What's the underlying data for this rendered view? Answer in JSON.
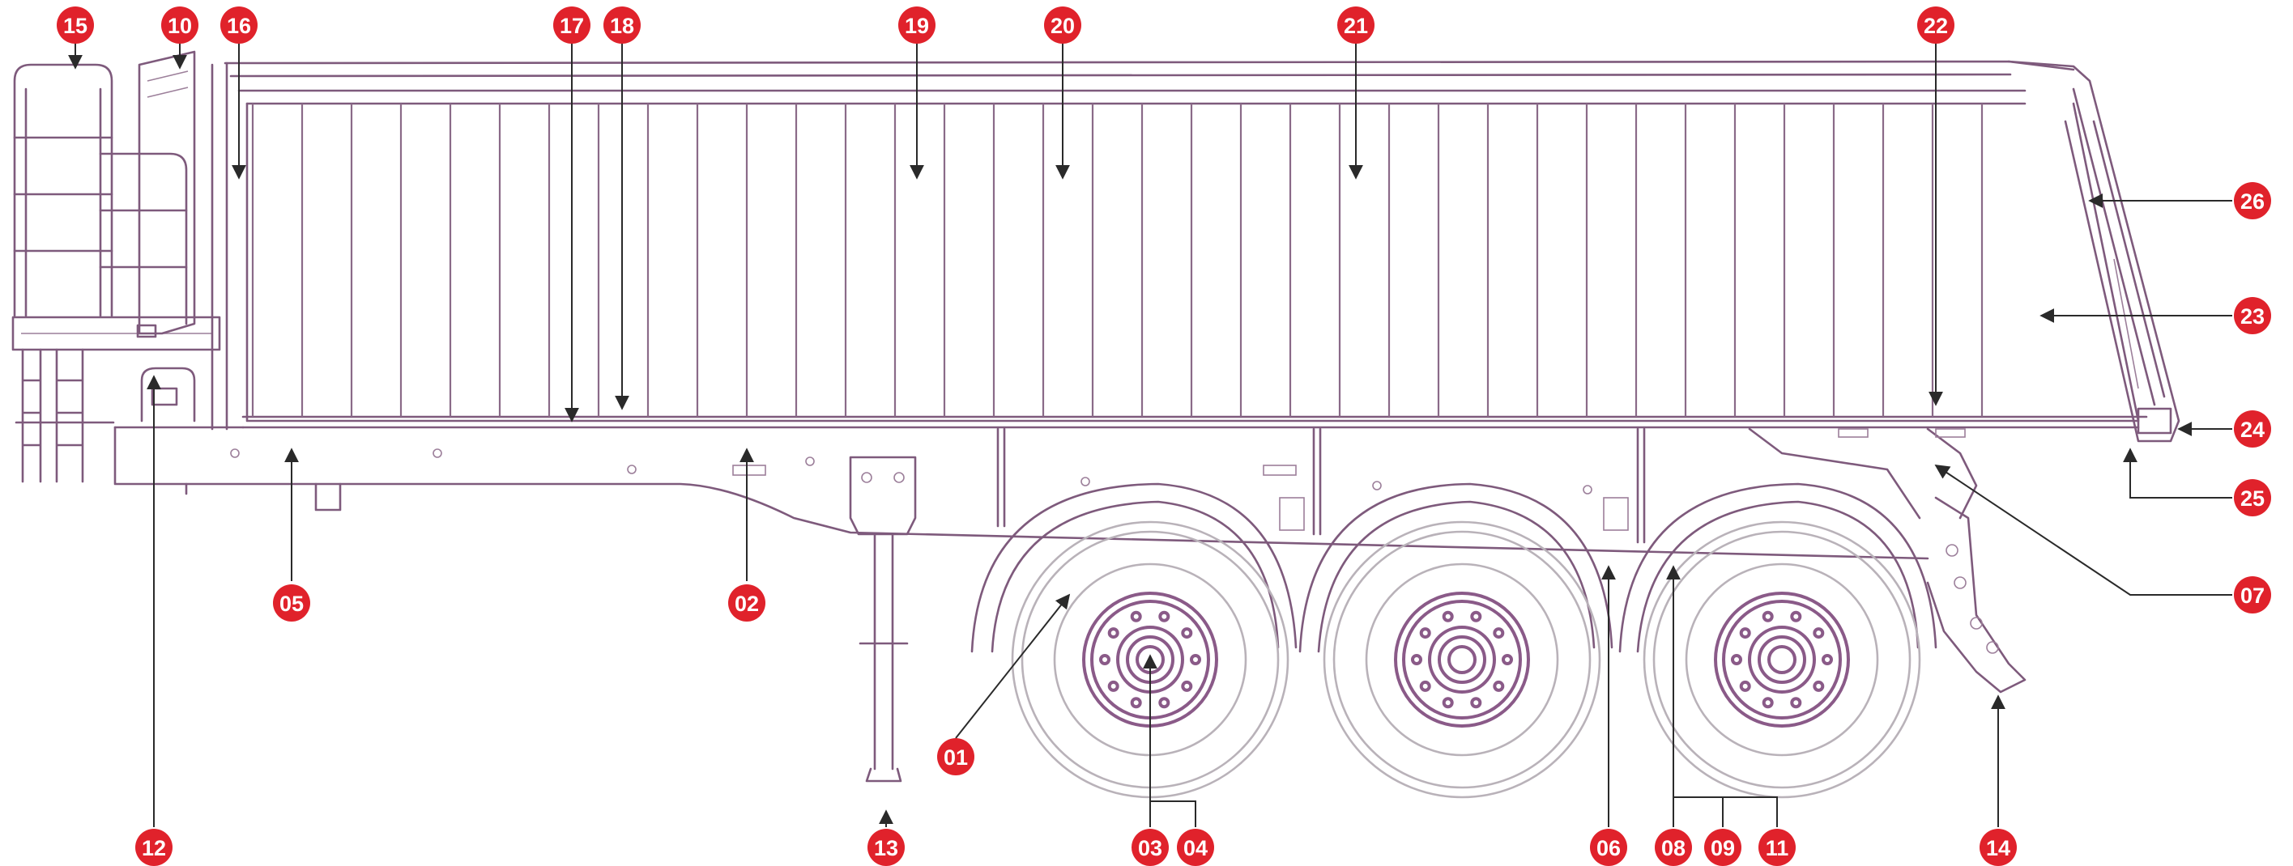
{
  "callouts": [
    {
      "id": "15",
      "label": "15"
    },
    {
      "id": "10",
      "label": "10"
    },
    {
      "id": "16",
      "label": "16"
    },
    {
      "id": "17",
      "label": "17"
    },
    {
      "id": "18",
      "label": "18"
    },
    {
      "id": "19",
      "label": "19"
    },
    {
      "id": "20",
      "label": "20"
    },
    {
      "id": "21",
      "label": "21"
    },
    {
      "id": "22",
      "label": "22"
    },
    {
      "id": "26",
      "label": "26"
    },
    {
      "id": "23",
      "label": "23"
    },
    {
      "id": "24",
      "label": "24"
    },
    {
      "id": "25",
      "label": "25"
    },
    {
      "id": "07",
      "label": "07"
    },
    {
      "id": "05",
      "label": "05"
    },
    {
      "id": "02",
      "label": "02"
    },
    {
      "id": "01",
      "label": "01"
    },
    {
      "id": "12",
      "label": "12"
    },
    {
      "id": "13",
      "label": "13"
    },
    {
      "id": "03",
      "label": "03"
    },
    {
      "id": "04",
      "label": "04"
    },
    {
      "id": "06",
      "label": "06"
    },
    {
      "id": "08",
      "label": "08"
    },
    {
      "id": "09",
      "label": "09"
    },
    {
      "id": "11",
      "label": "11"
    },
    {
      "id": "14",
      "label": "14"
    }
  ],
  "colors": {
    "badge": "#e0222b",
    "badge_text": "#ffffff",
    "outline": "#7e5a7c",
    "tyre": "#b9b2b9",
    "leader": "#2a2a2a"
  },
  "icons": {
    "pointer": "arrow-head-icon",
    "callout": "numbered-badge-icon"
  }
}
